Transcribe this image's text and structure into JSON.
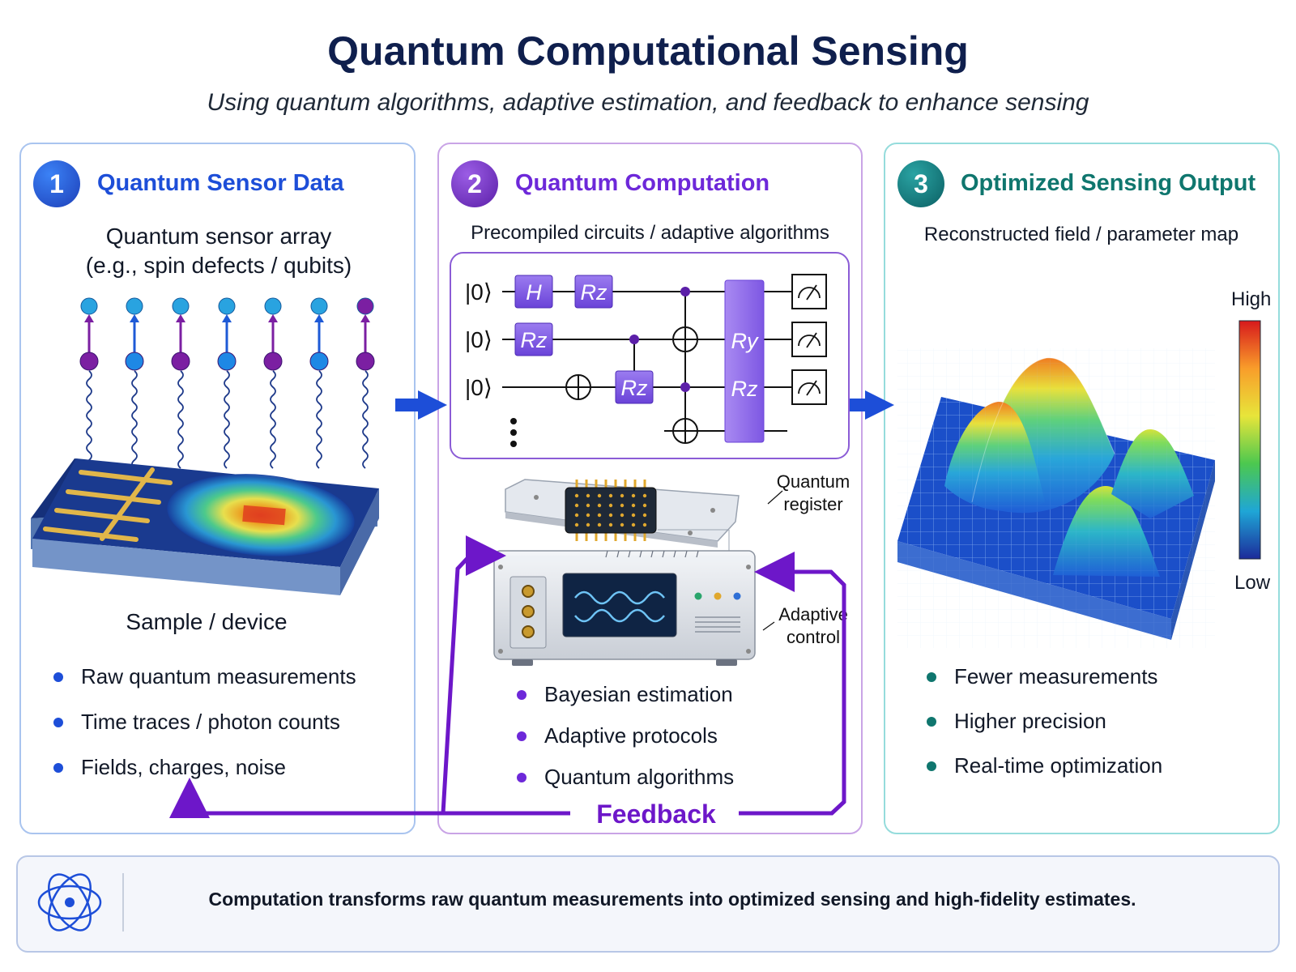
{
  "header": {
    "title": "Quantum Computational Sensing",
    "subtitle": "Using quantum algorithms, adaptive estimation, and feedback to enhance sensing"
  },
  "colors": {
    "panel1": "#1d4ed8",
    "panel2": "#6d28d9",
    "panel3": "#0f766e",
    "feedback": "#6d17c9",
    "flow_arrow": "#1d4ed8"
  },
  "panel1": {
    "number": "1",
    "title": "Quantum Sensor Data",
    "caption_line1": "Quantum sensor array",
    "caption_line2": "(e.g., spin defects / qubits)",
    "device_label": "Sample / device",
    "bullets": [
      "Raw quantum measurements",
      "Time traces / photon counts",
      "Fields, charges, noise"
    ]
  },
  "panel2": {
    "number": "2",
    "title": "Quantum Computation",
    "caption": "Precompiled circuits / adaptive algorithms",
    "circuit": {
      "kets": [
        "|0⟩",
        "|0⟩",
        "|0⟩"
      ],
      "gates": [
        "H",
        "Rz",
        "Rz",
        "Rz",
        "Ry",
        "Rz"
      ],
      "measure_icon": "meter-icon"
    },
    "register_label_line1": "Quantum",
    "register_label_line2": "register",
    "control_label_line1": "Adaptive",
    "control_label_line2": "control",
    "bullets": [
      "Bayesian estimation",
      "Adaptive protocols",
      "Quantum algorithms"
    ],
    "feedback_label": "Feedback"
  },
  "panel3": {
    "number": "3",
    "title": "Optimized Sensing Output",
    "caption": "Reconstructed field / parameter map",
    "colorbar_high": "High",
    "colorbar_low": "Low",
    "bullets": [
      "Fewer measurements",
      "Higher precision",
      "Real-time optimization"
    ]
  },
  "footer": {
    "text": "Computation transforms raw quantum measurements into optimized sensing and high-fidelity estimates.",
    "icon": "atom-orbit-icon"
  }
}
